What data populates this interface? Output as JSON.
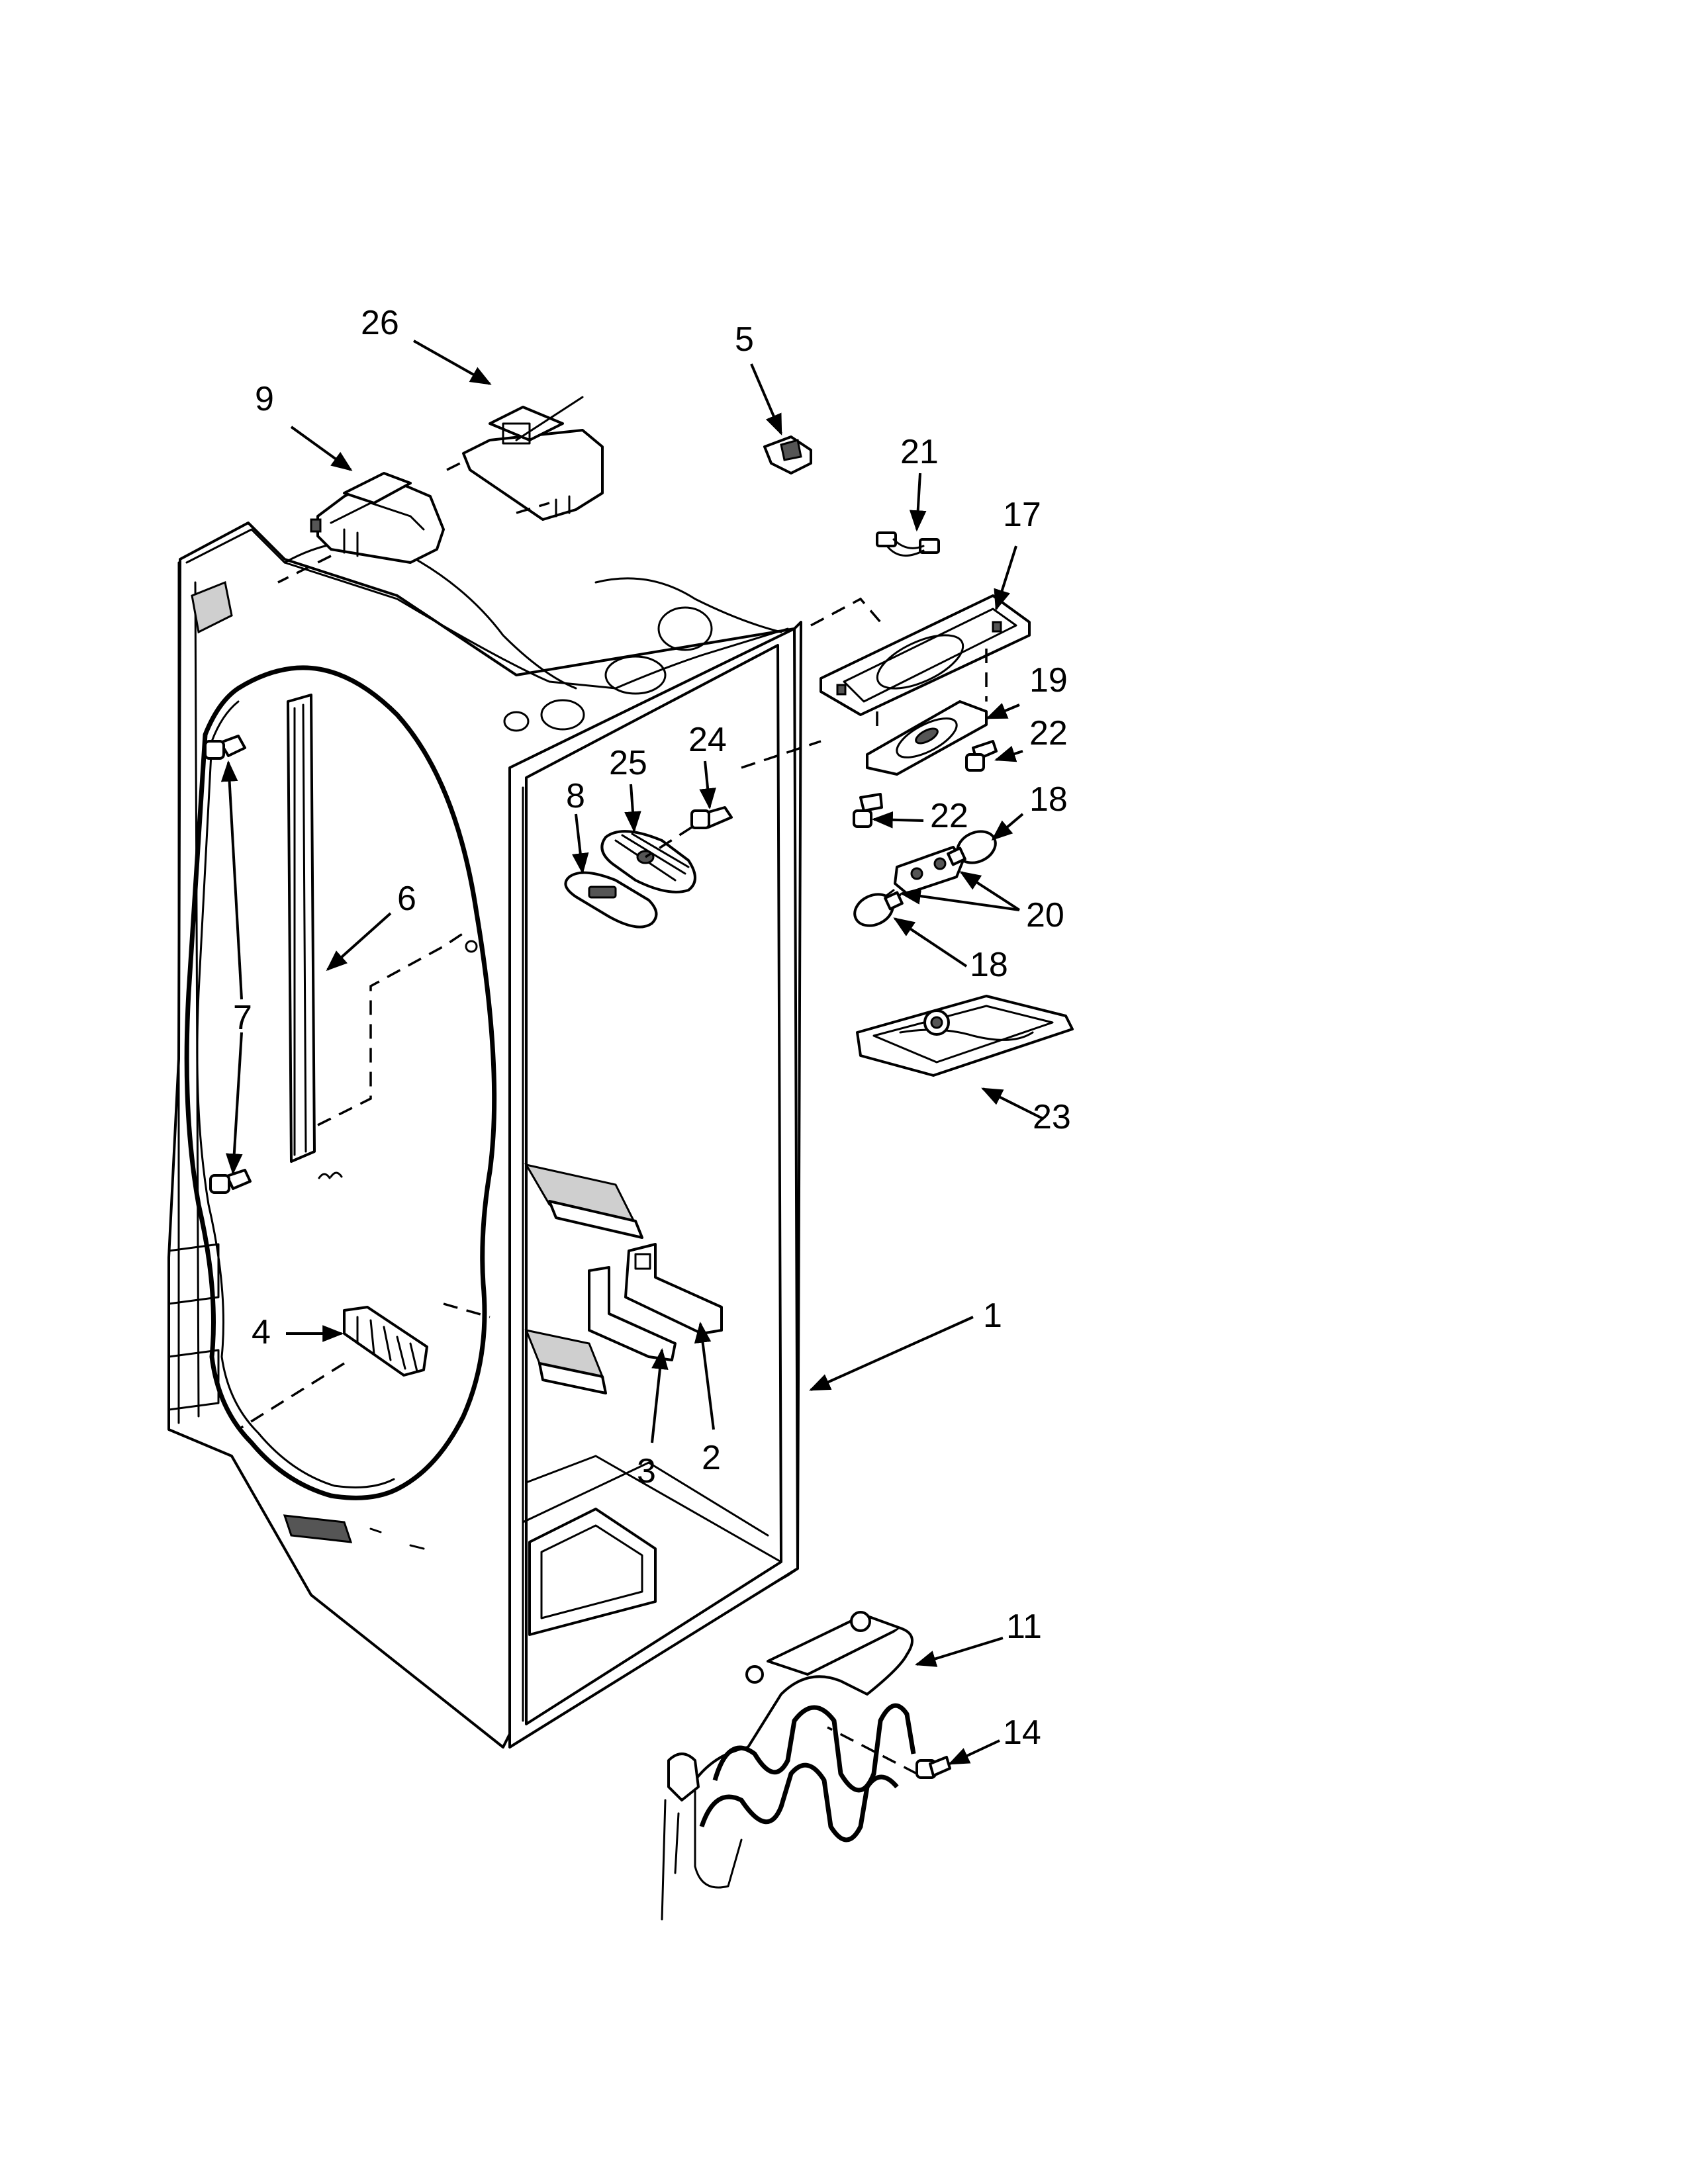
{
  "callouts": [
    {
      "id": "1",
      "label": "1"
    },
    {
      "id": "2",
      "label": "2"
    },
    {
      "id": "3",
      "label": "3"
    },
    {
      "id": "4",
      "label": "4"
    },
    {
      "id": "5",
      "label": "5"
    },
    {
      "id": "6",
      "label": "6"
    },
    {
      "id": "7",
      "label": "7"
    },
    {
      "id": "8",
      "label": "8"
    },
    {
      "id": "9",
      "label": "9"
    },
    {
      "id": "11",
      "label": "11"
    },
    {
      "id": "14",
      "label": "14"
    },
    {
      "id": "17",
      "label": "17"
    },
    {
      "id": "18a",
      "label": "18"
    },
    {
      "id": "18b",
      "label": "18"
    },
    {
      "id": "19",
      "label": "19"
    },
    {
      "id": "20",
      "label": "20"
    },
    {
      "id": "21",
      "label": "21"
    },
    {
      "id": "22a",
      "label": "22"
    },
    {
      "id": "22b",
      "label": "22"
    },
    {
      "id": "23",
      "label": "23"
    },
    {
      "id": "24",
      "label": "24"
    },
    {
      "id": "25",
      "label": "25"
    },
    {
      "id": "26",
      "label": "26"
    }
  ]
}
